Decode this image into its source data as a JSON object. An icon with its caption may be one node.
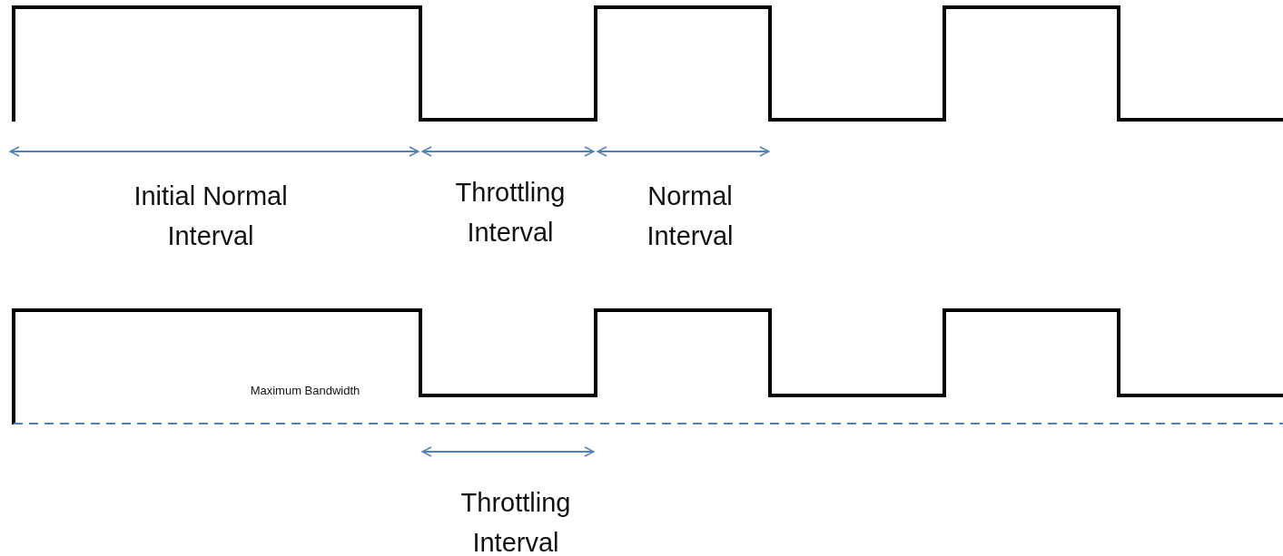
{
  "diagram": {
    "labels": [
      "Initial Normal Interval",
      "Throttling Interval",
      "Normal Interval",
      "Maximum Bandwidth",
      "Throttling Interval"
    ]
  }
}
